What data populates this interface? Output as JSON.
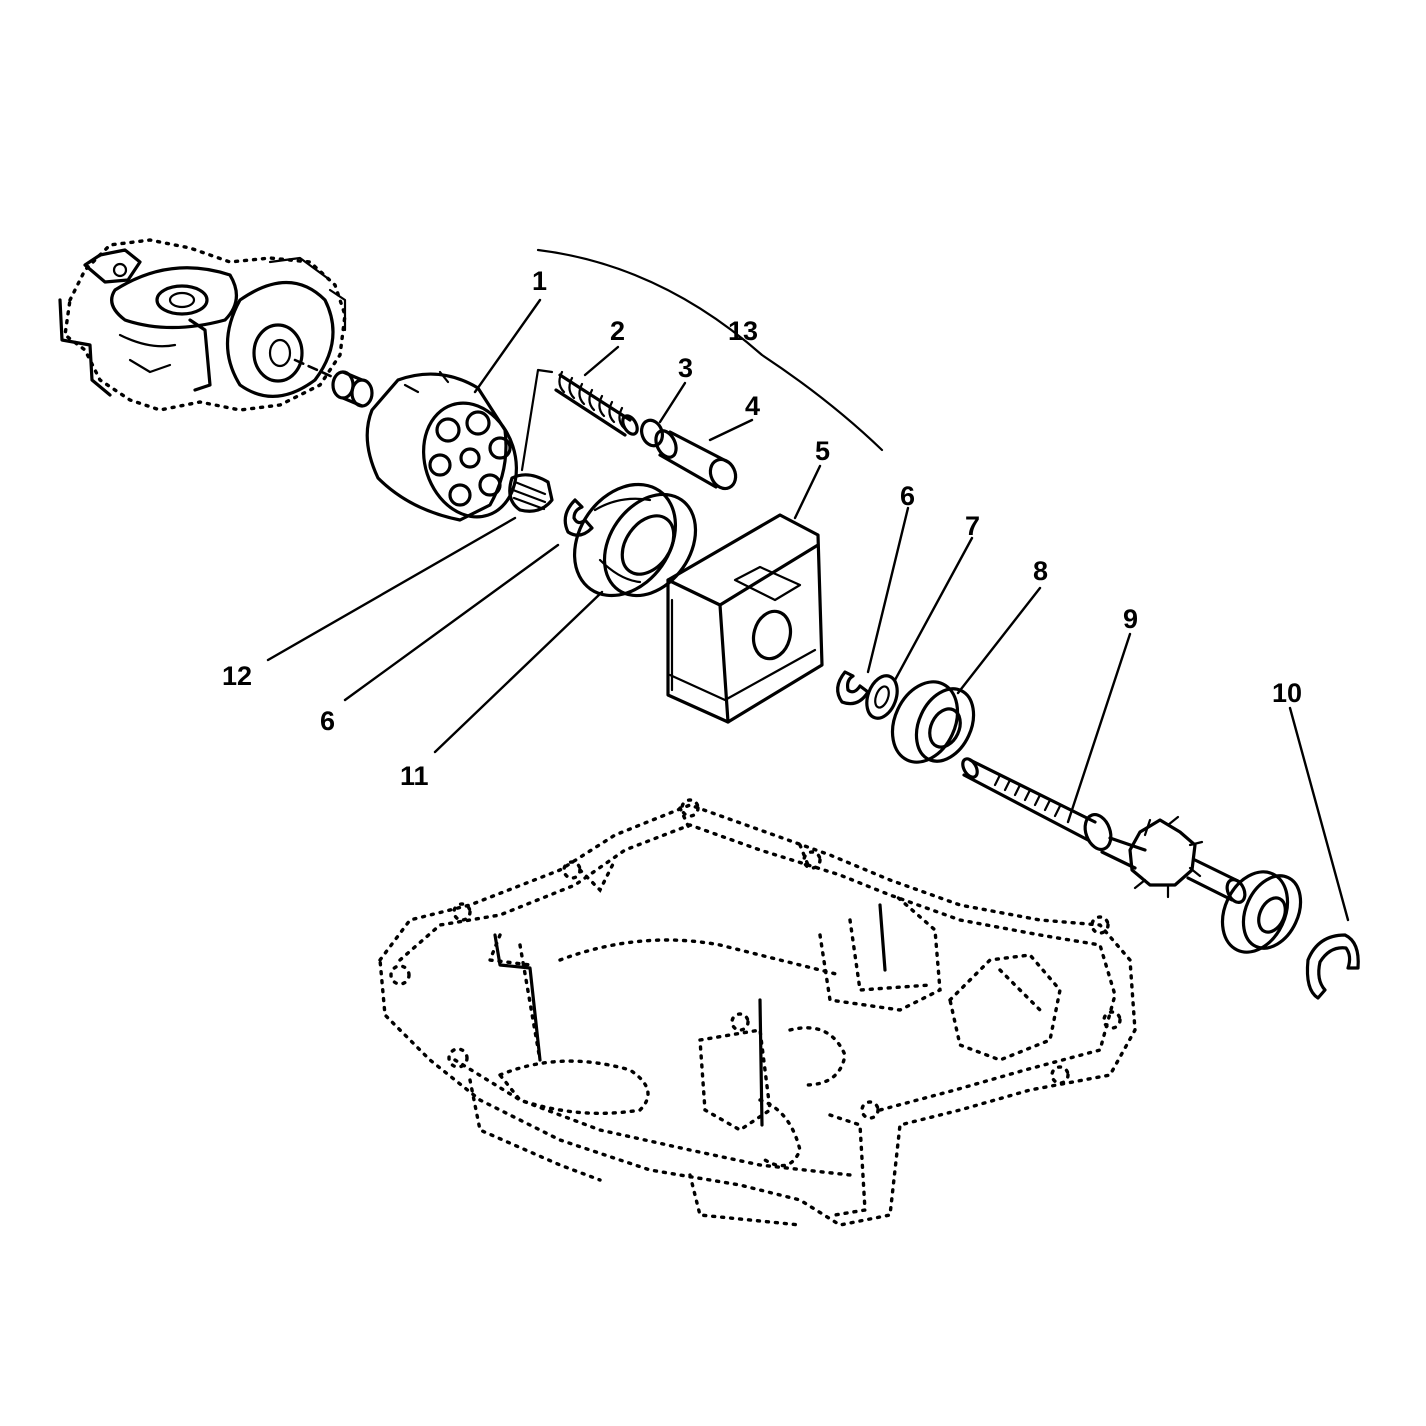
{
  "diagram": {
    "type": "exploded-parts-view",
    "callouts": [
      {
        "id": "c1",
        "label": "1"
      },
      {
        "id": "c2",
        "label": "2"
      },
      {
        "id": "c3",
        "label": "3"
      },
      {
        "id": "c4",
        "label": "4"
      },
      {
        "id": "c5",
        "label": "5"
      },
      {
        "id": "c6a",
        "label": "6"
      },
      {
        "id": "c7",
        "label": "7"
      },
      {
        "id": "c8",
        "label": "8"
      },
      {
        "id": "c9",
        "label": "9"
      },
      {
        "id": "c10",
        "label": "10"
      },
      {
        "id": "c11",
        "label": "11"
      },
      {
        "id": "c12",
        "label": "12"
      },
      {
        "id": "c6b",
        "label": "6"
      },
      {
        "id": "c13",
        "label": "13"
      }
    ]
  }
}
